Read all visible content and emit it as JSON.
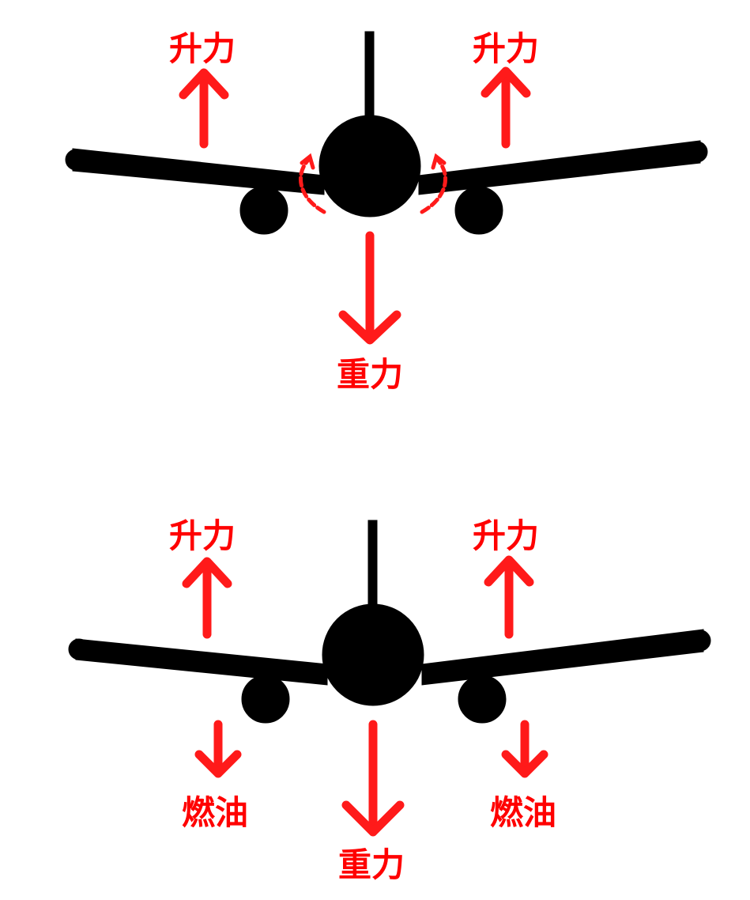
{
  "colors": {
    "plane": "#000000",
    "force": "#ff1a1a",
    "label": "#ff0000",
    "background": "#ffffff"
  },
  "icons": {
    "plane": "airplane-front-view-icon",
    "up_arrow": "arrow-up-icon",
    "down_arrow": "arrow-down-icon",
    "curl": "curved-arrow-icon"
  },
  "top_diagram": {
    "lift_left": "升力",
    "lift_right": "升力",
    "gravity": "重力"
  },
  "bottom_diagram": {
    "lift_left": "升力",
    "lift_right": "升力",
    "fuel_left": "燃油",
    "fuel_right": "燃油",
    "gravity": "重力"
  }
}
